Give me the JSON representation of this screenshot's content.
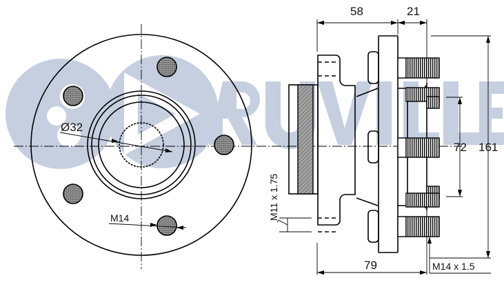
{
  "watermark": {
    "brand": "RUVILLE",
    "color": "#c5cfdf"
  },
  "front_view": {
    "bore_diameter_label": "Ø32",
    "stud_hole_label": "M14",
    "bolt_holes_count": 5
  },
  "side_view": {
    "dimensions": {
      "flange_to_mount": "58",
      "stud_protrusion": "21",
      "pilot_diameter": "72",
      "flange_diameter": "161",
      "overall_length": "79",
      "mount_thread": "M11 x 1.75",
      "stud_thread": "M14 x 1.5"
    }
  },
  "colors": {
    "line": "#000000",
    "background": "#ffffff",
    "watermark": "#c5cfdf"
  }
}
